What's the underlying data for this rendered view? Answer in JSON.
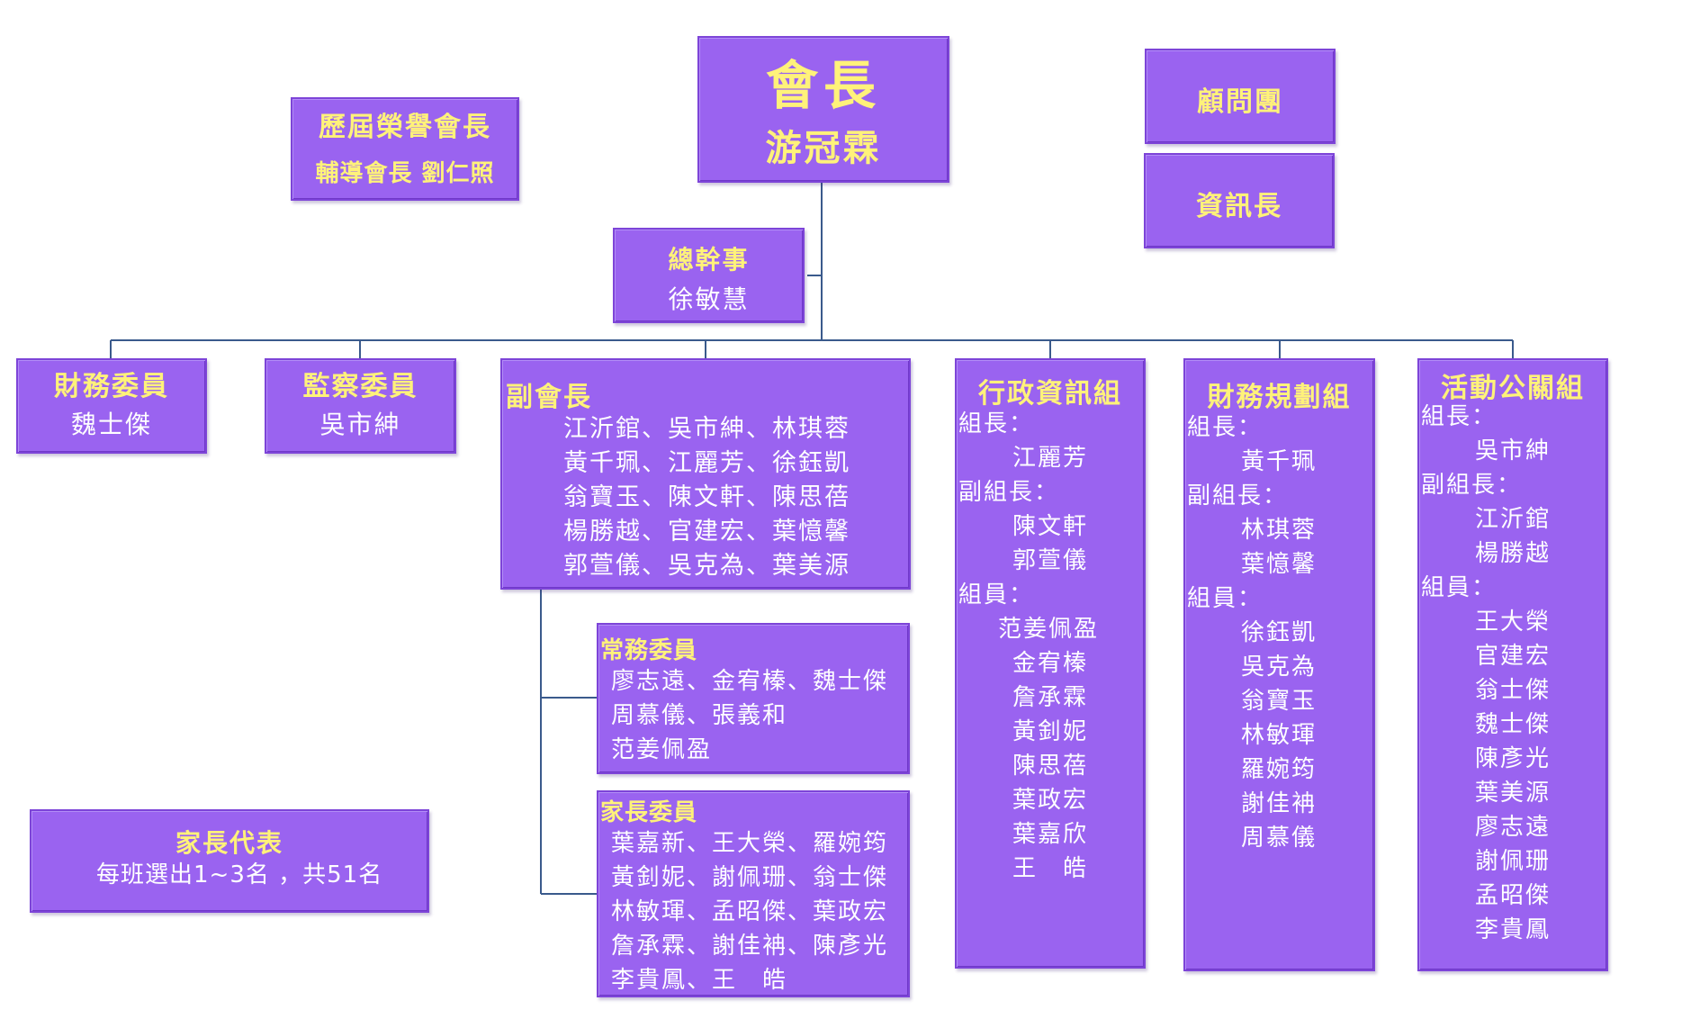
{
  "president": {
    "title": "會長",
    "name": "游冠霖"
  },
  "honorary": {
    "title": "歷屆榮譽會長",
    "line": "輔導會長 劉仁照"
  },
  "advisors": {
    "title": "顧問團"
  },
  "cio": {
    "title": "資訊長"
  },
  "secretary": {
    "title": "總幹事",
    "name": "徐敏慧"
  },
  "finance_member": {
    "title": "財務委員",
    "name": "魏士傑"
  },
  "supervisor": {
    "title": "監察委員",
    "name": "吳市紳"
  },
  "vice_presidents": {
    "title": "副會長",
    "lines": [
      "江沂錧、吳市紳、林琪蓉",
      "黃千珮、江麗芳、徐鈺凱",
      "翁寶玉、陳文軒、陳思蓓",
      "楊勝越、官建宏、葉憶馨",
      "郭萱儀、吳克為、葉美源"
    ]
  },
  "standing_committee": {
    "title": "常務委員",
    "lines": [
      "廖志遠、金宥榛、魏士傑",
      "周慕儀、張義和",
      "范姜佩盈"
    ]
  },
  "parent_committee": {
    "title": "家長委員",
    "lines": [
      "葉嘉新、王大榮、羅婉筠",
      "黃釗妮、謝佩珊、翁士傑",
      "林敏琿、孟昭傑、葉政宏",
      "詹承霖、謝佳袡、陳彥光",
      "李貴鳳、王　皓"
    ]
  },
  "parent_rep": {
    "title": "家長代表",
    "line": "每班選出1~3名 ，共51名"
  },
  "admin_group": {
    "title": "行政資訊組",
    "leader_label": "組長：",
    "leader": [
      "江麗芳"
    ],
    "deputy_label": "副組長：",
    "deputies": [
      "陳文軒",
      "郭萱儀"
    ],
    "member_label": "組員：",
    "members": [
      "范姜佩盈",
      "金宥榛",
      "詹承霖",
      "黃釗妮",
      "陳思蓓",
      "葉政宏",
      "葉嘉欣",
      "王　皓"
    ]
  },
  "finance_group": {
    "title": "財務規劃組",
    "leader_label": "組長：",
    "leader": [
      "黃千珮"
    ],
    "deputy_label": "副組長：",
    "deputies": [
      "林琪蓉",
      "葉憶馨"
    ],
    "member_label": "組員：",
    "members": [
      "徐鈺凱",
      "吳克為",
      "翁寶玉",
      "林敏琿",
      "羅婉筠",
      "謝佳袡",
      "周慕儀"
    ]
  },
  "activity_group": {
    "title": "活動公關組",
    "leader_label": "組長：",
    "leader": [
      "吳市紳"
    ],
    "deputy_label": "副組長：",
    "deputies": [
      "江沂錧",
      "楊勝越"
    ],
    "member_label": "組員：",
    "members": [
      "王大榮",
      "官建宏",
      "翁士傑",
      "魏士傑",
      "陳彥光",
      "葉美源",
      "廖志遠",
      "謝佩珊",
      "孟昭傑",
      "李貴鳳"
    ]
  },
  "colors": {
    "box": "#9a63f0",
    "border": "#7d44d8",
    "title": "#fff27a",
    "connector": "#3a5a8c"
  }
}
